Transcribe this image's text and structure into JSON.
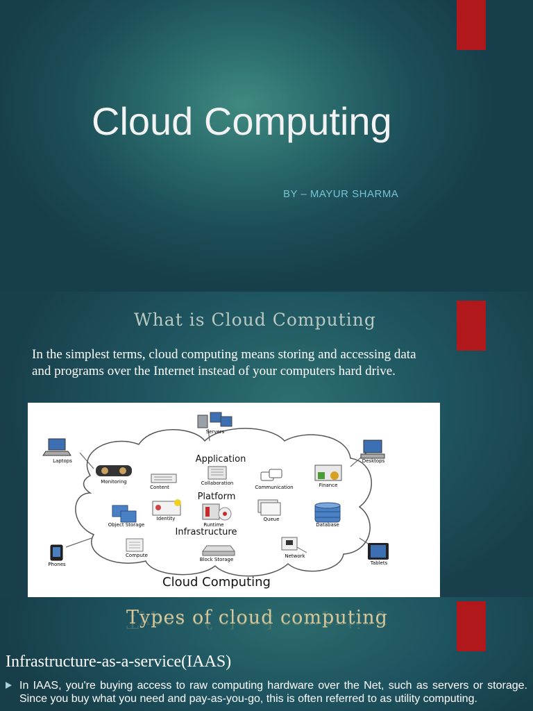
{
  "slide1": {
    "title": "Cloud Computing",
    "byline": "BY – MAYUR SHARMA"
  },
  "slide2": {
    "title": "What is Cloud Computing",
    "body": "In the simplest terms, cloud computing means storing and accessing data and programs over the Internet instead of your computers hard drive.",
    "diagram": {
      "caption": "Cloud Computing",
      "layer_application": "Application",
      "layer_platform": "Platform",
      "layer_infrastructure": "Infrastructure",
      "labels": {
        "servers": "Servers",
        "laptops": "Laptops",
        "desktops": "Desktops",
        "phones": "Phones",
        "tablets": "Tablets",
        "monitoring": "Monitoring",
        "content": "Content",
        "collaboration": "Collaboration",
        "communication": "Communication",
        "finance": "Finance",
        "object_storage": "Object Storage",
        "identity": "Identity",
        "runtime": "Runtime",
        "queue": "Queue",
        "database": "Database",
        "compute": "Compute",
        "block_storage": "Block Storage",
        "network": "Network"
      }
    }
  },
  "slide3": {
    "title": "Types of cloud computing",
    "heading": "Infrastructure-as-a-service(IAAS)",
    "bullet": "In IAAS, you're buying access to raw computing hardware over the Net, such as servers or storage. Since you buy what you need and pay-as-you-go, this is often referred to as utility computing."
  },
  "colors": {
    "accent_red": "#b0181b",
    "byline": "#79c2cf",
    "slide2_title": "#b9c8c2",
    "slide3_title": "#d6c79a"
  }
}
